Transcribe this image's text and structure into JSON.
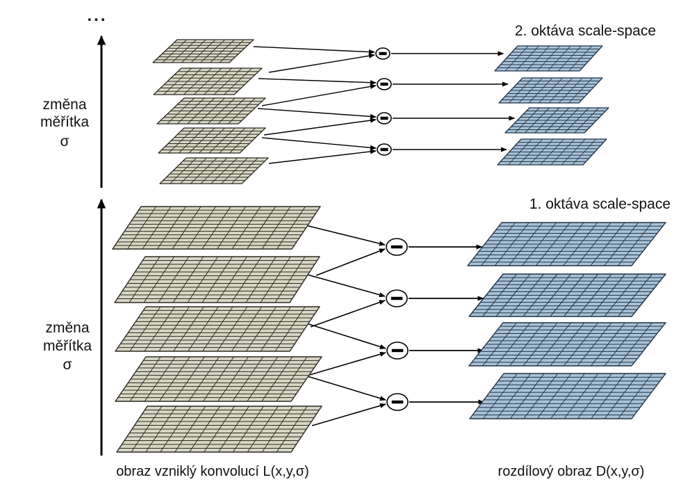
{
  "top": {
    "ellipsis": "...",
    "scale_label": [
      "změna",
      "měřítka",
      "σ"
    ],
    "octave_label": "2. oktáva scale-space",
    "gaussian_layers": 5,
    "dog_layers": 4
  },
  "bottom": {
    "scale_label": [
      "změna",
      "měřítka",
      "σ"
    ],
    "octave_label": "1. oktáva scale-space",
    "gaussian_layers": 5,
    "dog_layers": 4
  },
  "captions": {
    "left": "obraz vzniklý konvolucí L(x,y,σ)",
    "right": "rozdílový obraz D(x,y,σ)"
  },
  "operator_symbol": "minus",
  "colors": {
    "gaussian_fill": "#d8d6c4",
    "gaussian_line": "#2a2a22",
    "dog_fill": "#a9c1d6",
    "dog_line": "#1f3347",
    "arrow": "#000000"
  }
}
